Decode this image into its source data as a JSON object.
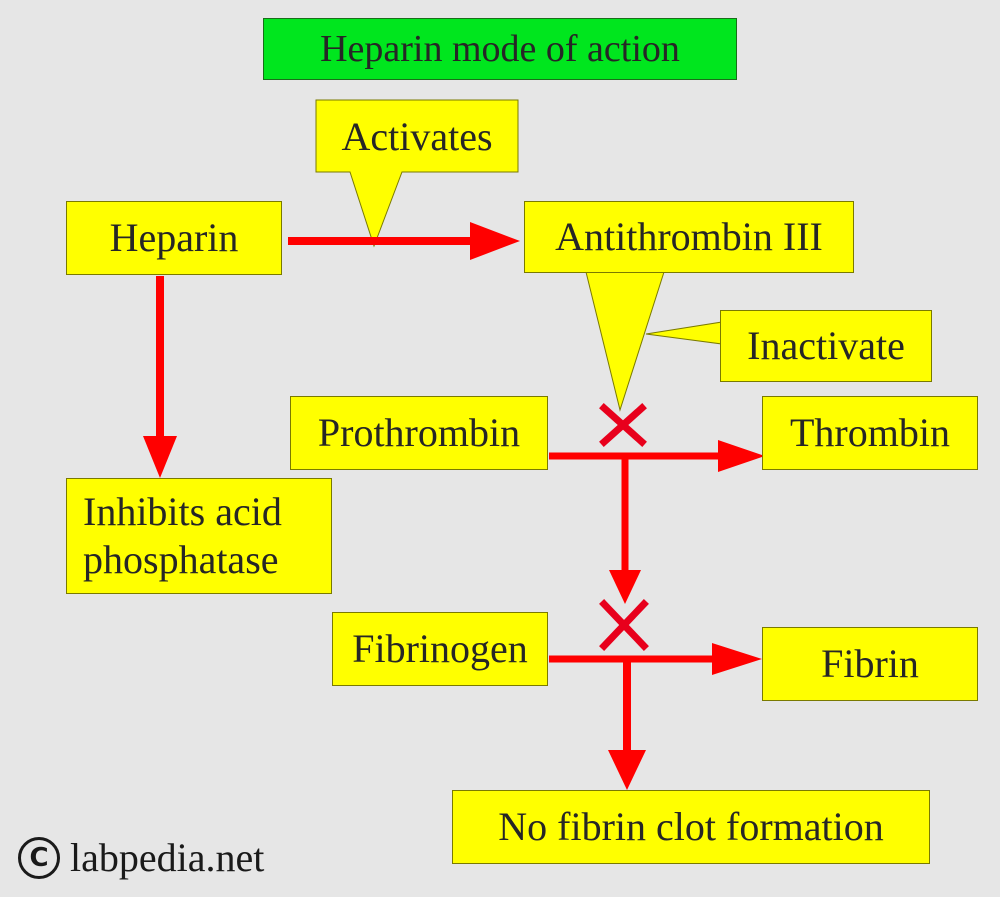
{
  "title": "Heparin mode of action",
  "callouts": {
    "activates": "Activates",
    "inactivate": "Inactivate"
  },
  "nodes": {
    "heparin": "Heparin",
    "antithrombin": "Antithrombin III",
    "prothrombin": "Prothrombin",
    "thrombin": "Thrombin",
    "inhibits_line1": "Inhibits acid",
    "inhibits_line2": "phosphatase",
    "fibrinogen": "Fibrinogen",
    "fibrin": "Fibrin",
    "no_clot": "No fibrin clot formation"
  },
  "watermark": {
    "symbol": "C",
    "text": "labpedia.net"
  },
  "colors": {
    "background": "#e6e6e6",
    "box_fill": "#ffff00",
    "title_fill": "#00e61e",
    "arrow": "#ff0000",
    "cross": "#e8001c"
  }
}
